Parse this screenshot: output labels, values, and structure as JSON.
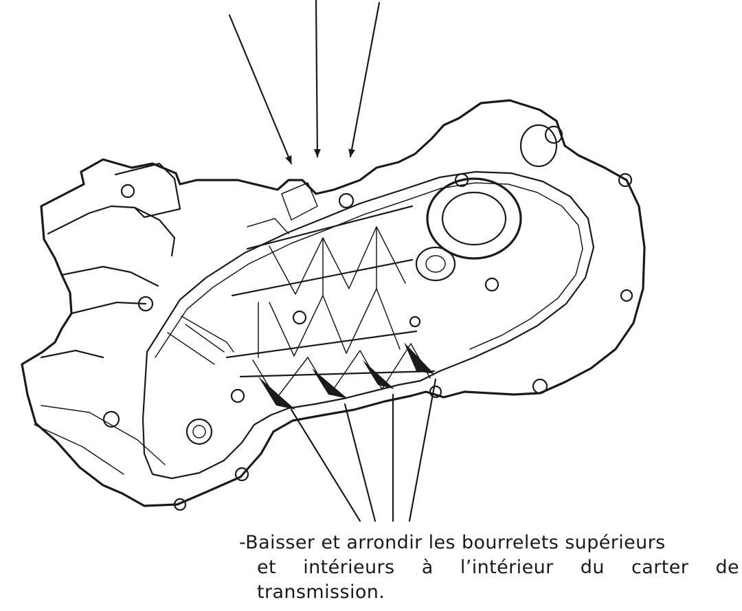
{
  "caption": {
    "line1": "-Baisser et arrondir les bourrelets supérieurs",
    "line2": "et  intérieurs  à  l’intérieur  du  carter  de",
    "line3": "transmission."
  },
  "colors": {
    "ink": "#1a1a1a",
    "background": "#ffffff"
  }
}
